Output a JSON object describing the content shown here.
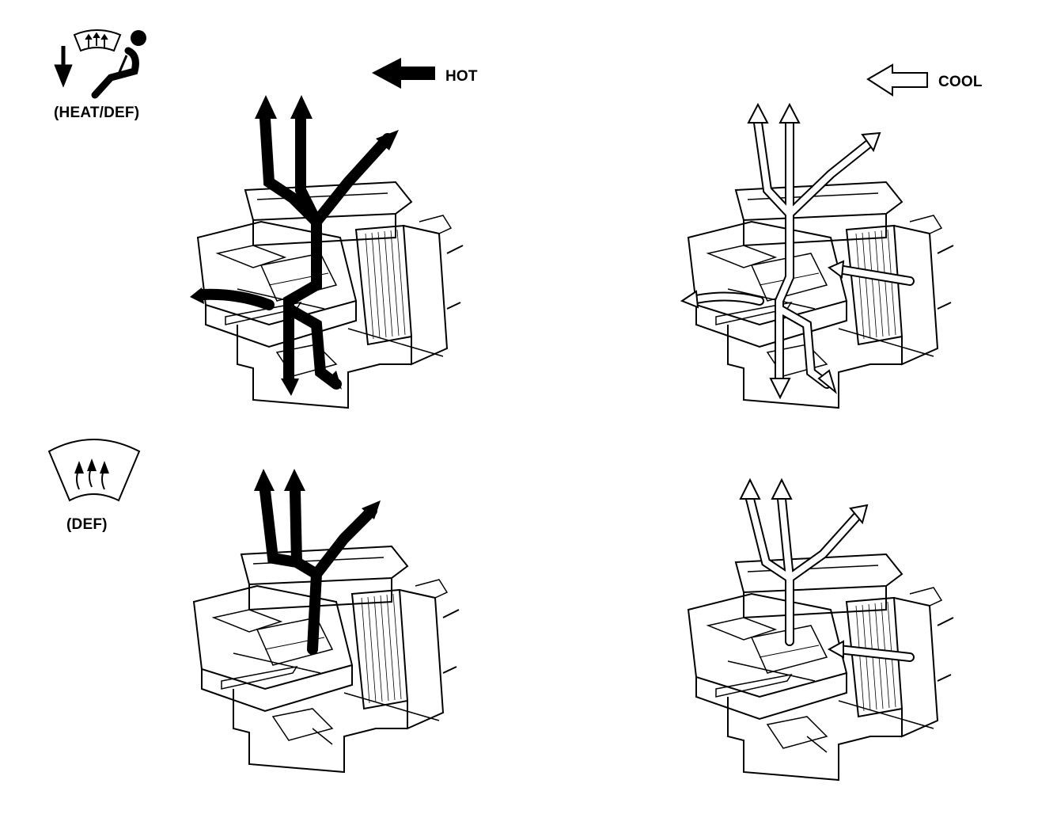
{
  "legend": {
    "hot_label": "HOT",
    "cool_label": "COOL"
  },
  "modes": [
    {
      "label": "(HEAT/DEF)",
      "icon": "heat-def-mode-icon"
    },
    {
      "label": "(DEF)",
      "icon": "defrost-mode-icon"
    }
  ],
  "colors": {
    "hot_arrow": "#000000",
    "cool_arrow": "#ffffff",
    "line": "#000000"
  }
}
